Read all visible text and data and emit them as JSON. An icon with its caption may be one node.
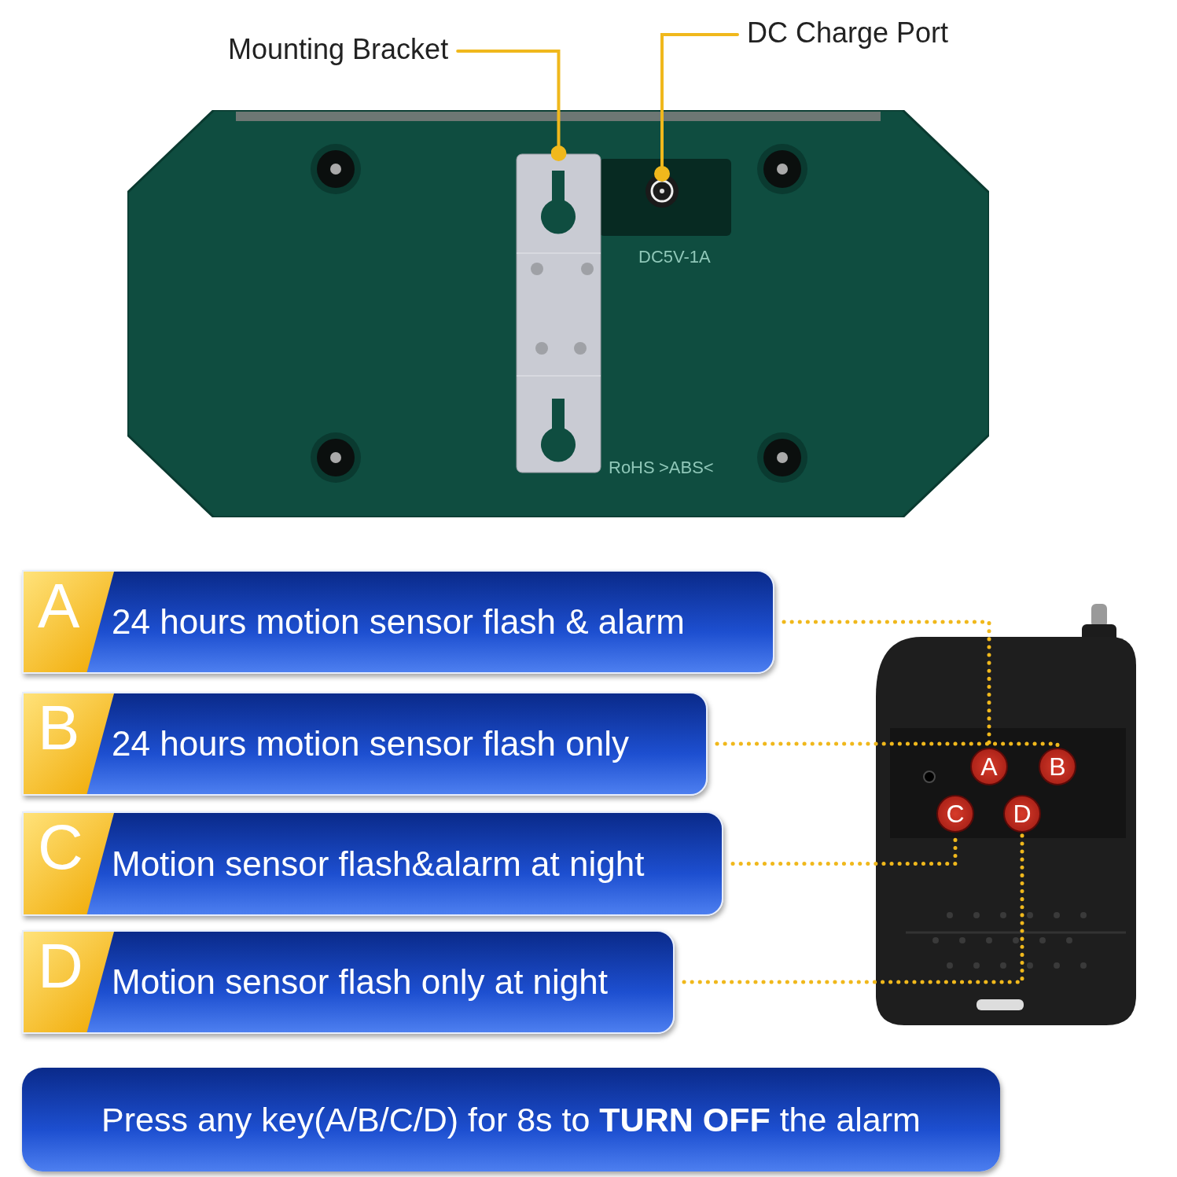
{
  "diagram": {
    "nodes": [
      {
        "text": [
          "Mounting Bracket"
        ]
      },
      {
        "text": [
          "DC Charge Port"
        ]
      },
      {
        "text": [],
        "shape": "picture"
      },
      {
        "text": [],
        "shape": "box",
        "in": 2
      },
      {
        "text": [],
        "shape": "circle",
        "in": 2
      },
      {
        "text": [
          "A",
          "24 hours motion sensor flash & alarm"
        ]
      },
      {
        "text": [
          "B",
          "24 hours motion sensor flash only"
        ]
      },
      {
        "text": [
          "C",
          "Motion sensor flash&alarm at night"
        ]
      },
      {
        "text": [
          "D",
          "Motion sensor flash only at night"
        ]
      },
      {
        "text": [],
        "shape": "picture"
      },
      {
        "text": [
          "A"
        ],
        "in": 9
      },
      {
        "text": [
          "B"
        ],
        "in": 9
      },
      {
        "text": [
          "C"
        ],
        "in": 9
      },
      {
        "text": [
          "D"
        ],
        "in": 9
      },
      {
        "text": [
          "Press any key(A/B/C/D) for 8s to **TURN OFF** the alarm"
        ]
      }
    ],
    "edges": [
      {
        "from": 0,
        "to": 3,
        "arrow": "other"
      },
      {
        "from": 1,
        "to": 4,
        "arrow": "other"
      },
      {
        "from": 5,
        "to": 10,
        "arrow": "none",
        "style": "dashed"
      },
      {
        "from": 6,
        "to": 11,
        "arrow": "none",
        "style": "dashed"
      },
      {
        "from": 7,
        "to": 12,
        "arrow": "none",
        "style": "dashed"
      },
      {
        "from": 8,
        "to": 13,
        "arrow": "none",
        "style": "dashed"
      }
    ],
    "labels": [
      "DC5V-1A",
      "RoHS",
      ">ABS<"
    ]
  }
}
